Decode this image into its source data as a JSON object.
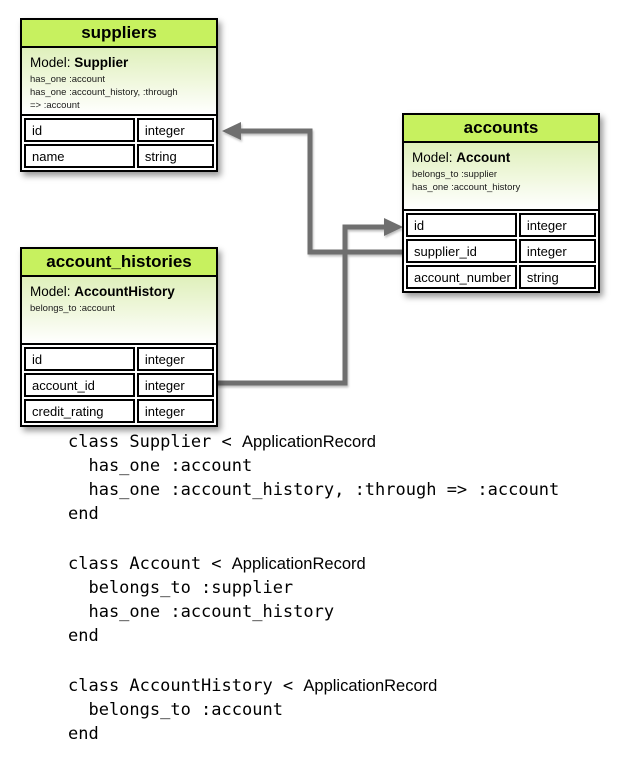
{
  "diagram": {
    "tables": [
      {
        "title": "suppliers",
        "model_label": "Model:",
        "model_name": "Supplier",
        "associations": [
          "has_one :account",
          "has_one :account_history, :through",
          "=> :account"
        ],
        "rows": [
          {
            "field": "id",
            "type": "integer"
          },
          {
            "field": "name",
            "type": "string"
          }
        ]
      },
      {
        "title": "accounts",
        "model_label": "Model:",
        "model_name": "Account",
        "associations": [
          "belongs_to :supplier",
          "has_one :account_history"
        ],
        "rows": [
          {
            "field": "id",
            "type": "integer"
          },
          {
            "field": "supplier_id",
            "type": "integer"
          },
          {
            "field": "account_number",
            "type": "string"
          }
        ]
      },
      {
        "title": "account_histories",
        "model_label": "Model:",
        "model_name": "AccountHistory",
        "associations": [
          "belongs_to :account"
        ],
        "rows": [
          {
            "field": "id",
            "type": "integer"
          },
          {
            "field": "account_id",
            "type": "integer"
          },
          {
            "field": "credit_rating",
            "type": "integer"
          }
        ]
      }
    ],
    "relationships": [
      {
        "from": "accounts.supplier_id",
        "to": "suppliers.id"
      },
      {
        "from": "account_histories.account_id",
        "to": "accounts.id"
      }
    ],
    "colors": {
      "header_green": "#c7f15f",
      "model_gradient_top": "#dff0bb",
      "arrow_gray": "#6f6f6f",
      "border": "#000000"
    }
  },
  "code": {
    "blocks": [
      {
        "class_line_prefix": "class Supplier < ",
        "superclass": "ApplicationRecord",
        "body_lines": [
          "  has_one :account",
          "  has_one :account_history, :through => :account"
        ],
        "end_keyword": "end"
      },
      {
        "class_line_prefix": "class Account < ",
        "superclass": "ApplicationRecord",
        "body_lines": [
          "  belongs_to :supplier",
          "  has_one :account_history"
        ],
        "end_keyword": "end"
      },
      {
        "class_line_prefix": "class AccountHistory < ",
        "superclass": "ApplicationRecord",
        "body_lines": [
          "  belongs_to :account"
        ],
        "end_keyword": "end"
      }
    ]
  }
}
